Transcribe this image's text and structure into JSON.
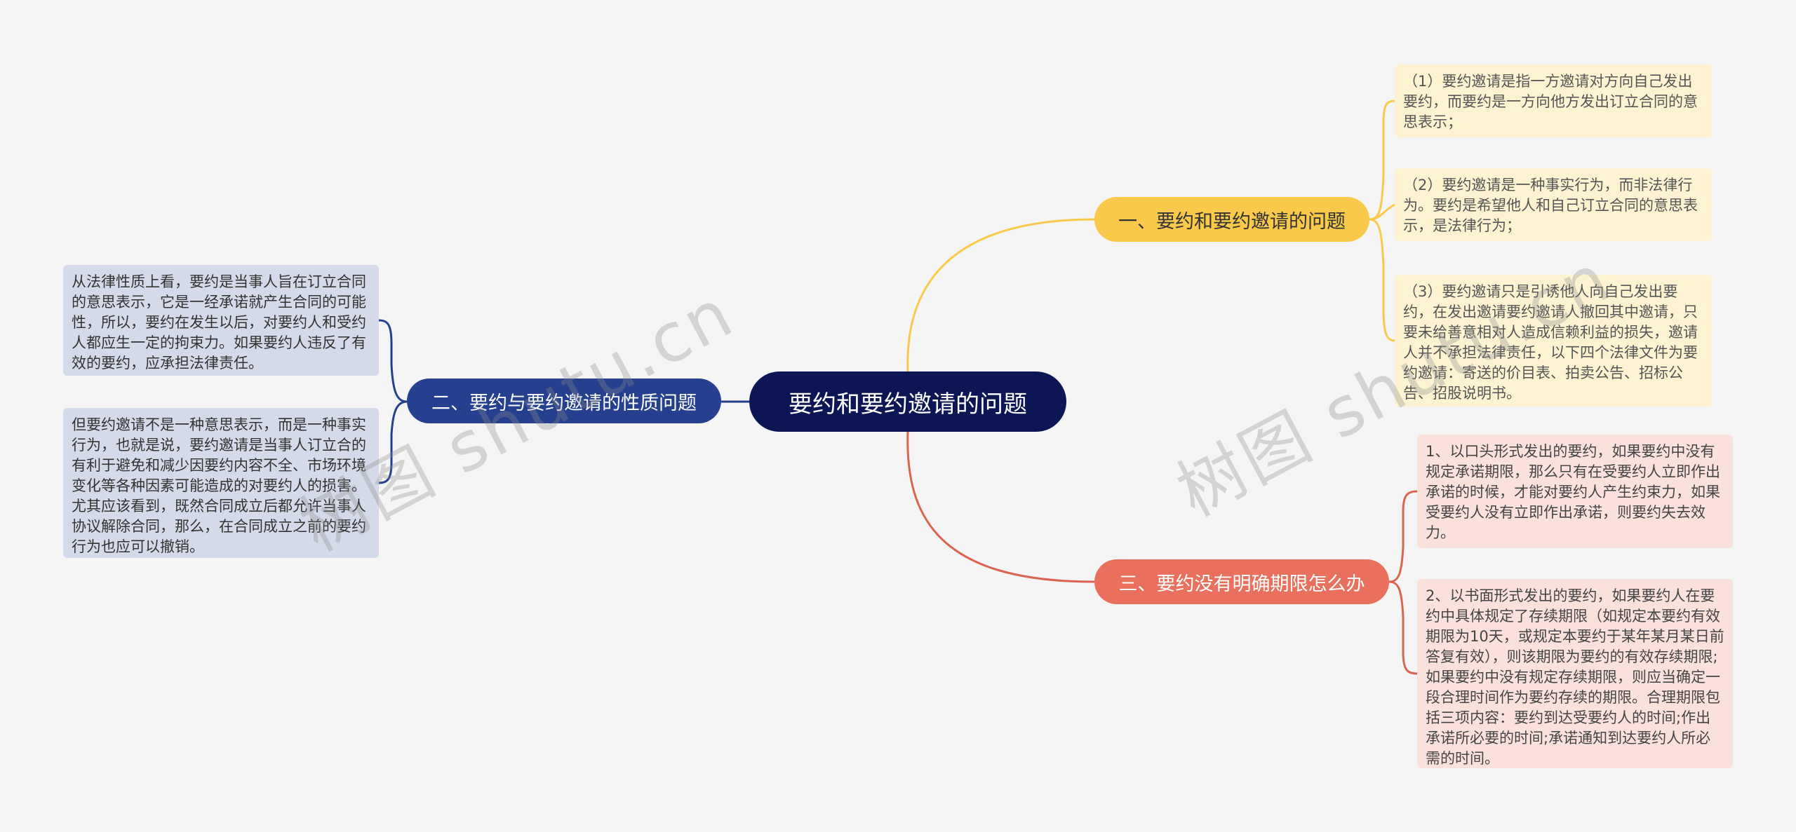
{
  "root": {
    "title": "要约和要约邀请的问题"
  },
  "branches": [
    {
      "label": "一、要约和要约邀请的问题",
      "color": "#f8c94a",
      "leaves": [
        "（1）要约邀请是指一方邀请对方向自己发出要约，而要约是一方向他方发出订立合同的意思表示；",
        "（2）要约邀请是一种事实行为，而非法律行为。要约是希望他人和自己订立合同的意思表示，是法律行为；",
        "（3）要约邀请只是引诱他人向自己发出要约，在发出邀请要约邀请人撤回其中邀请，只要未给善意相对人造成信赖利益的损失，邀请人并不承担法律责任，以下四个法律文件为要约邀请：寄送的价目表、拍卖公告、招标公告、招股说明书。"
      ]
    },
    {
      "label": "二、要约与要约邀请的性质问题",
      "color": "#24408e",
      "leaves": [
        "从法律性质上看，要约是当事人旨在订立合同的意思表示，它是一经承诺就产生合同的可能性，所以，要约在发生以后，对要约人和受约人都应生一定的拘束力。如果要约人违反了有效的要约，应承担法律责任。",
        "但要约邀请不是一种意思表示，而是一种事实行为，也就是说，要约邀请是当事人订立合的有利于避免和减少因要约内容不全、市场环境变化等各种因素可能造成的对要约人的损害。尤其应该看到，既然合同成立后都允许当事人协议解除合同，那么，在合同成立之前的要约行为也应可以撤销。"
      ]
    },
    {
      "label": "三、要约没有明确期限怎么办",
      "color": "#e8705c",
      "leaves": [
        "1、以口头形式发出的要约，如果要约中没有规定承诺期限，那么只有在受要约人立即作出承诺的时候，才能对要约人产生约束力，如果受要约人没有立即作出承诺，则要约失去效力。",
        "2、以书面形式发出的要约，如果要约人在要约中具体规定了存续期限（如规定本要约有效期限为10天，或规定本要约于某年某月某日前答复有效），则该期限为要约的有效存续期限;如果要约中没有规定存续期限，则应当确定一段合理时间作为要约存续的期限。合理期限包括三项内容：要约到达受要约人的时间;作出承诺所必要的时间;承诺通知到达要约人所必需的时间。"
      ]
    }
  ],
  "watermark": "树图 shutu.cn"
}
